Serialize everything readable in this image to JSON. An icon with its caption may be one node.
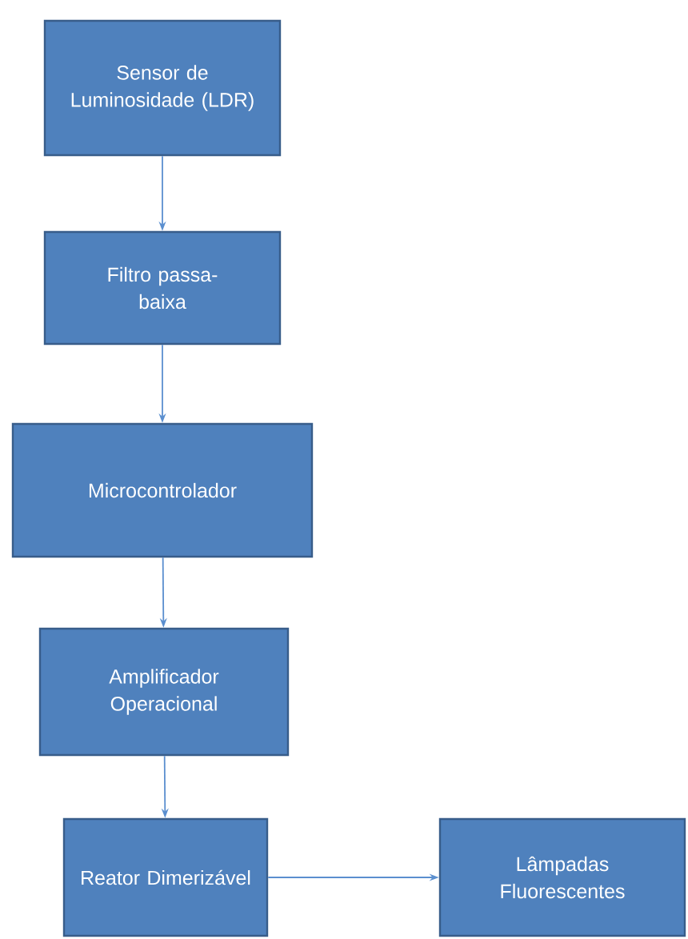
{
  "diagram": {
    "nodes": [
      {
        "text": [
          "Sensor de Luminosidade (LDR)"
        ]
      },
      {
        "text": [
          "Filtro passa-baixa"
        ]
      },
      {
        "text": [
          "Microcontrolador"
        ]
      },
      {
        "text": [
          "Amplificador Operacional"
        ]
      },
      {
        "text": [
          "Reator Dimerizável"
        ]
      },
      {
        "text": [
          "Lâmpadas Fluorescentes"
        ]
      }
    ],
    "edges": [
      {
        "from": 0,
        "to": 1,
        "arrow": "to"
      },
      {
        "from": 1,
        "to": 2,
        "arrow": "to"
      },
      {
        "from": 2,
        "to": 3,
        "arrow": "to"
      },
      {
        "from": 3,
        "to": 4,
        "arrow": "to"
      },
      {
        "from": 4,
        "to": 5,
        "arrow": "to"
      }
    ]
  }
}
